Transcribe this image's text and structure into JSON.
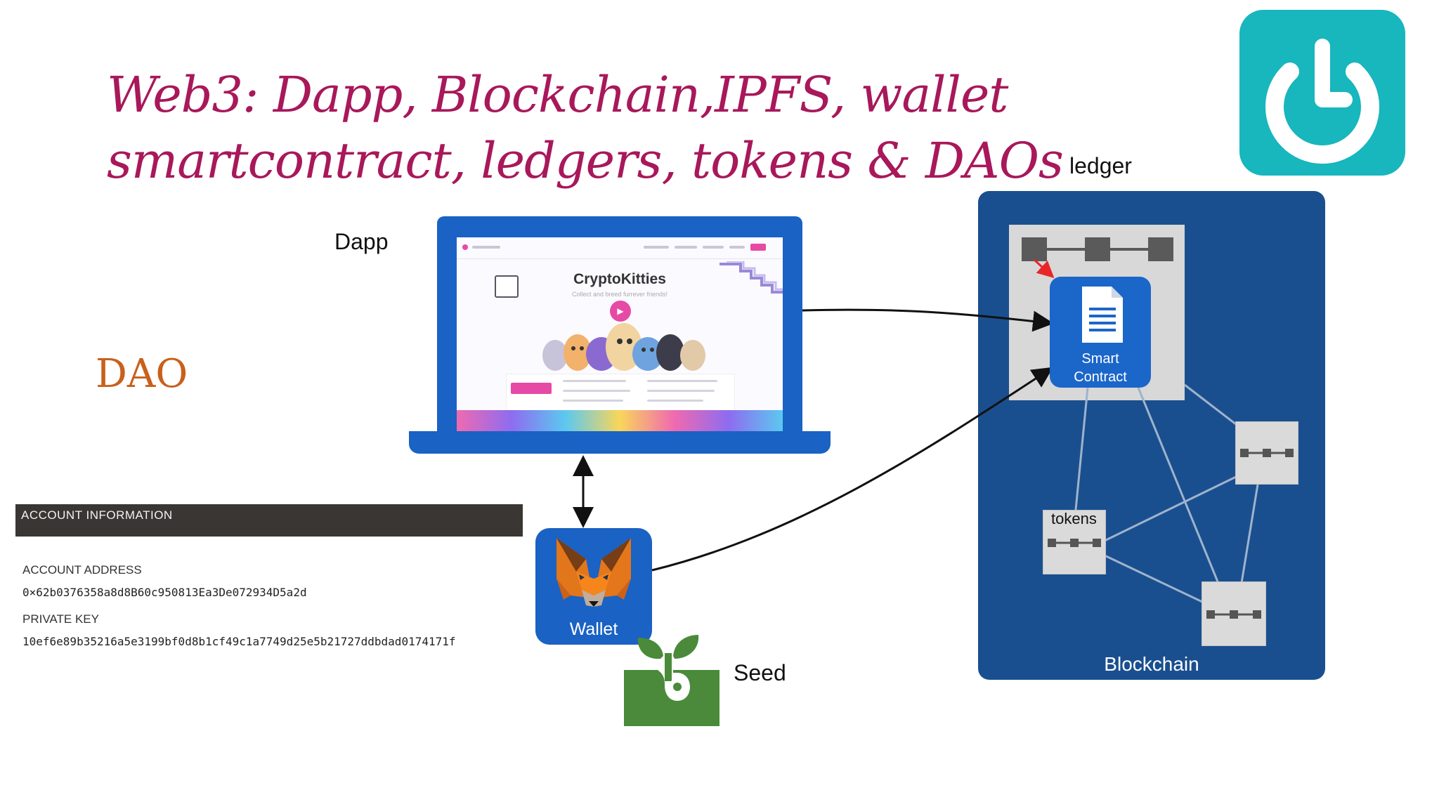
{
  "title": {
    "line1": "Web3: Dapp, Blockchain,IPFS, wallet",
    "line2": "smartcontract, ledgers, tokens & DAOs"
  },
  "labels": {
    "dapp": "Dapp",
    "dao": "DAO",
    "ledger": "ledger",
    "seed": "Seed",
    "tokens": "tokens",
    "wallet": "Wallet",
    "smart_contract_line1": "Smart",
    "smart_contract_line2": "Contract",
    "blockchain": "Blockchain"
  },
  "dapp_screen": {
    "app_title": "CryptoKitties",
    "app_subtitle": "Collect and breed furrever friends!"
  },
  "account_info": {
    "header": "ACCOUNT INFORMATION",
    "address_label": "ACCOUNT ADDRESS",
    "address_value": "0×62b0376358a8d8B60c950813Ea3De072934D5a2d",
    "private_key_label": "PRIVATE KEY",
    "private_key_value": "10ef6e89b35216a5e3199bf0d8b1cf49c1a7749d25e5b21727ddbdad0174171f"
  },
  "colors": {
    "title": "#a8185a",
    "dao": "#c8601c",
    "blockchain_bg": "#1a4f8f",
    "app_blue": "#1a62c4",
    "logo_teal": "#18b6bd",
    "seed_green": "#4a8a3a"
  },
  "icons": {
    "logo": "power-l-logo-icon",
    "wallet": "metamask-fox-icon",
    "seed": "seedling-hand-icon",
    "contract": "document-icon"
  }
}
